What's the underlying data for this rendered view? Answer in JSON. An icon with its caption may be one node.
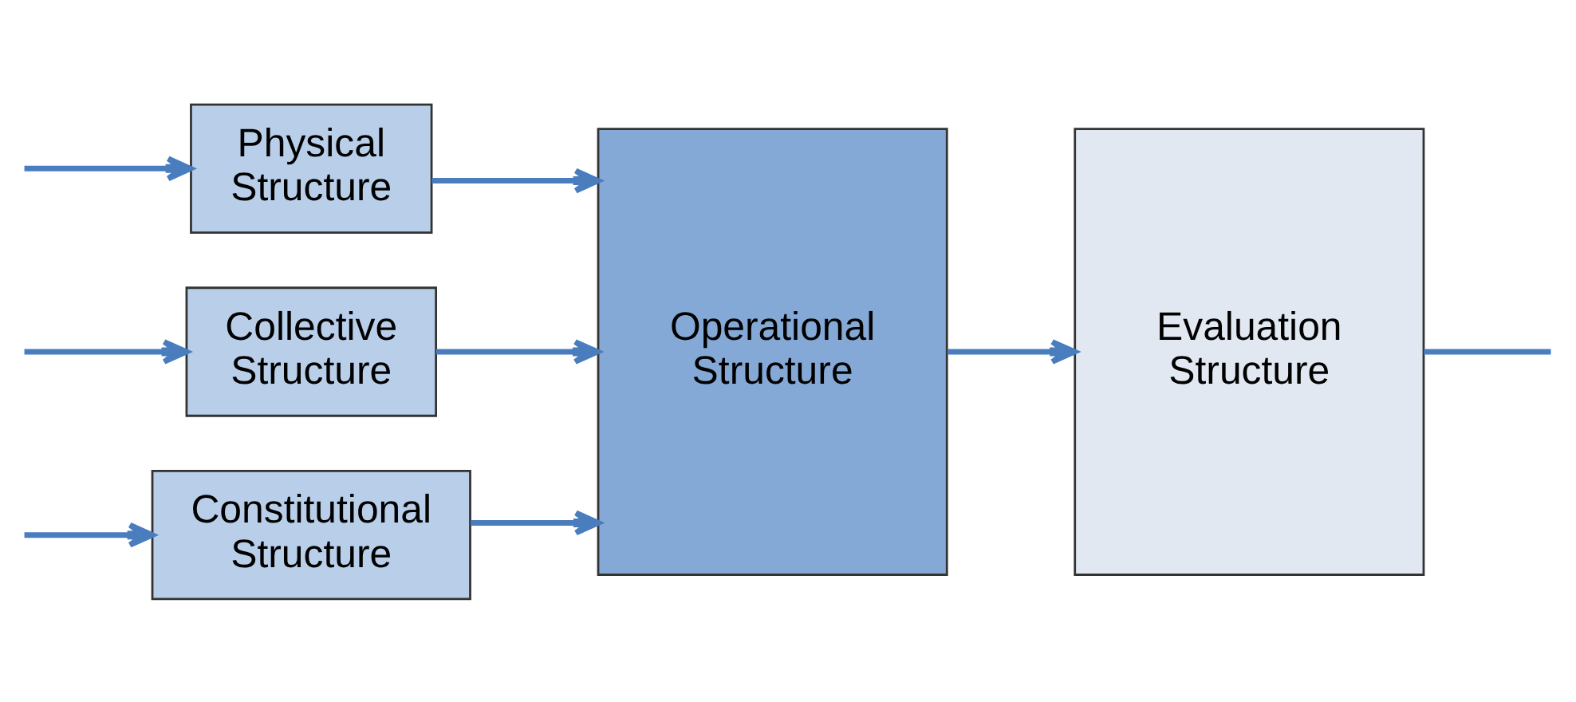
{
  "diagram": {
    "nodes": [
      {
        "text": [
          "Physical Structure"
        ]
      },
      {
        "text": [
          "Collective Structure"
        ]
      },
      {
        "text": [
          "Constitutional Structure"
        ]
      },
      {
        "text": [
          "Operational Structure"
        ]
      },
      {
        "text": [
          "Evaluation Structure"
        ]
      }
    ],
    "edges": [
      {
        "from": null,
        "to": 0,
        "arrow": "to"
      },
      {
        "from": null,
        "to": 1,
        "arrow": "to"
      },
      {
        "from": null,
        "to": 2,
        "arrow": "to"
      },
      {
        "from": 0,
        "to": 3,
        "arrow": "to"
      },
      {
        "from": 1,
        "to": 3,
        "arrow": "to"
      },
      {
        "from": 2,
        "to": 3,
        "arrow": "to"
      },
      {
        "from": 3,
        "to": 4,
        "arrow": "to"
      },
      {
        "from": 4,
        "to": null,
        "arrow": "none"
      }
    ]
  }
}
